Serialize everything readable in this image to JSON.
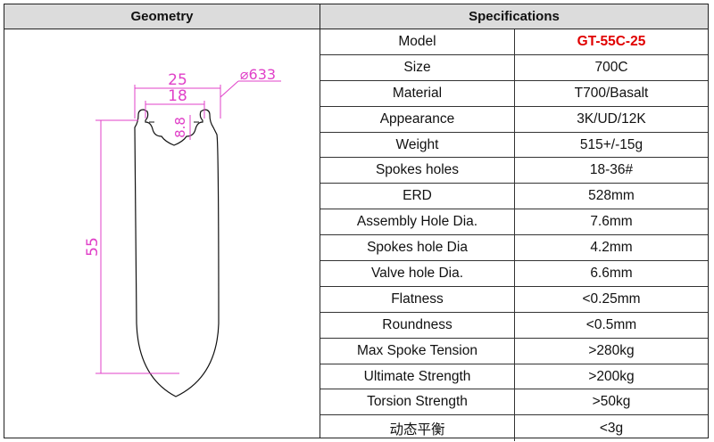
{
  "headers": {
    "geometry": "Geometry",
    "specifications": "Specifications"
  },
  "geometry": {
    "outer_width": "25",
    "inner_width": "18",
    "bead_depth": "8.8",
    "height": "55",
    "diameter": "⌀633",
    "dim_color": "#e040c8"
  },
  "specs": [
    {
      "label": "Model",
      "value": "GT-55C-25"
    },
    {
      "label": "Size",
      "value": "700C"
    },
    {
      "label": "Material",
      "value": "T700/Basalt"
    },
    {
      "label": "Appearance",
      "value": "3K/UD/12K"
    },
    {
      "label": "Weight",
      "value": "515+/-15g"
    },
    {
      "label": "Spokes holes",
      "value": "18-36#"
    },
    {
      "label": "ERD",
      "value": "528mm"
    },
    {
      "label": "Assembly Hole Dia.",
      "value": "7.6mm"
    },
    {
      "label": "Spokes hole Dia",
      "value": "4.2mm"
    },
    {
      "label": "Valve hole Dia.",
      "value": "6.6mm"
    },
    {
      "label": "Flatness",
      "value": "<0.25mm"
    },
    {
      "label": "Roundness",
      "value": "<0.5mm"
    },
    {
      "label": "Max Spoke Tension",
      "value": ">280kg"
    },
    {
      "label": "Ultimate Strength",
      "value": ">200kg"
    },
    {
      "label": "Torsion Strength",
      "value": ">50kg"
    },
    {
      "label": "动态平衡",
      "value": "<3g"
    }
  ],
  "highlight_color": "#e00000"
}
